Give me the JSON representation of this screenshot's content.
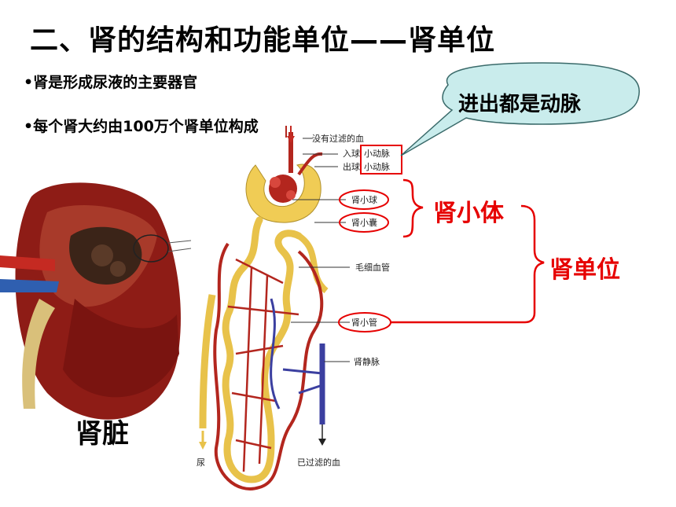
{
  "title": "二、肾的结构和功能单位——肾单位",
  "bullets": [
    "•肾是形成尿液的主要器官",
    "•每个肾大约由100万个肾单位构成"
  ],
  "kidney_caption": "肾脏",
  "callout": "进出都是动脉",
  "labels": {
    "renal_corpuscle": "肾小体",
    "nephron": "肾单位"
  },
  "diagram_labels": {
    "unfiltered_blood": "没有过滤的血",
    "afferent_arteriole_prefix": "入球",
    "afferent_arteriole": "小动脉",
    "efferent_arteriole_prefix": "出球",
    "efferent_arteriole": "小动脉",
    "glomerulus": "肾小球",
    "bowmans_capsule": "肾小囊",
    "capillary": "毛细血管",
    "renal_tubule": "肾小管",
    "renal_vein": "肾静脉",
    "urine": "尿",
    "filtered_blood": "已过滤的血"
  },
  "colors": {
    "emphasis": "#e60000",
    "callout_fill": "#c9ecec",
    "artery": "#b3261e",
    "tubule": "#e8c24a",
    "vein": "#3b3fa0"
  }
}
